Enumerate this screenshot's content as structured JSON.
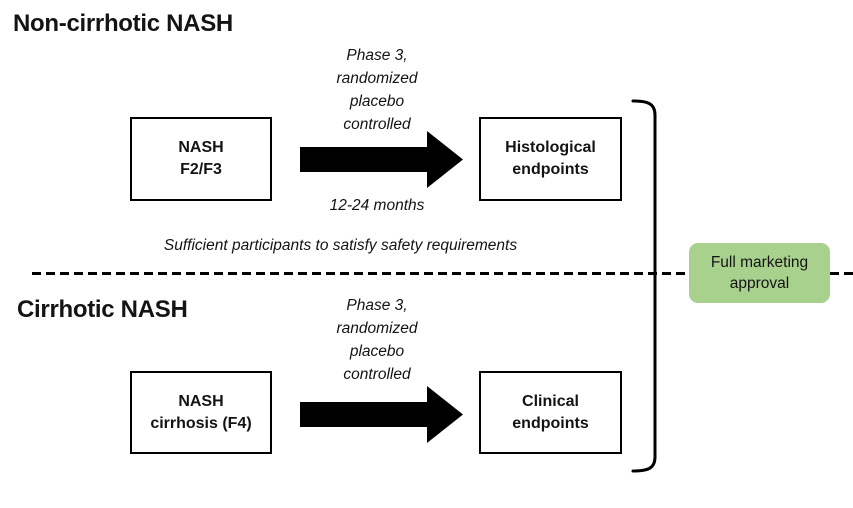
{
  "page": {
    "background": "#ffffff"
  },
  "colors": {
    "ink": "#141414",
    "box_border": "#000000",
    "arrow_fill": "#000000",
    "approval_green": "#a9d18e"
  },
  "top_section": {
    "heading": "Non-cirrhotic NASH",
    "trial_label": "Phase 3,\nrandomized\nplacebo\ncontrolled",
    "duration_label": "12-24 months",
    "source_box": "NASH\nF2/F3",
    "target_box": "Histological\nendpoints",
    "footnote": "Sufficient participants to satisfy safety requirements"
  },
  "bottom_section": {
    "heading": "Cirrhotic NASH",
    "trial_label": "Phase 3,\nrandomized\nplacebo\ncontrolled",
    "source_box": "NASH\ncirrhosis (F4)",
    "target_box": "Clinical\nendpoints"
  },
  "approval": {
    "label": "Full marketing\napproval"
  }
}
